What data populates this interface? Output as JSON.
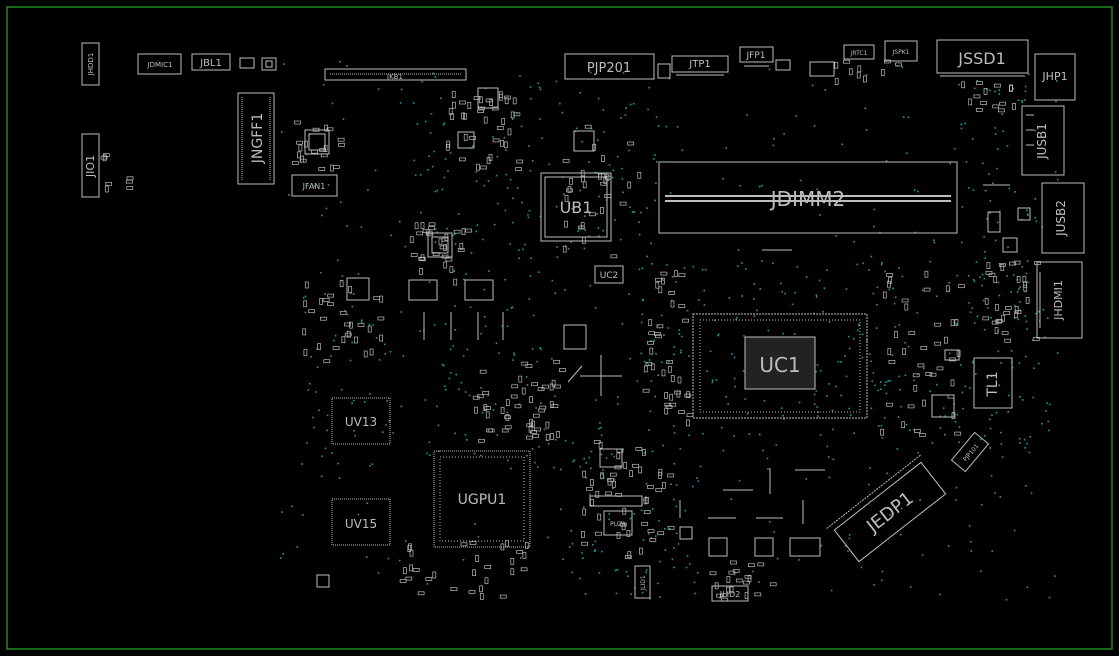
{
  "board": {
    "outline_color": "#1a8a1a",
    "silk_color": "#bdbdbd",
    "via_color": "#1f9aa3",
    "background": "#000000"
  },
  "labels": {
    "jhdd1": "JHDD1",
    "jdmic1": "JDMIC1",
    "jbl1": "JBL1",
    "jkb1": "JKB1",
    "pjp201": "PJP201",
    "jtp1": "JTP1",
    "jfp1": "JFP1",
    "jrtc1": "JRTC1",
    "jspk1": "JSPK1",
    "jssd1": "JSSD1",
    "jhp1": "JHP1",
    "jusb1": "JUSB1",
    "jusb2": "JUSB2",
    "jhdmi1": "JHDMI1",
    "jngff1": "JNGFF1",
    "jio1": "JIO1",
    "jfan1": "JFAN1",
    "ub1": "UB1",
    "jdimm2": "JDIMM2",
    "uc2": "UC2",
    "uc1": "UC1",
    "tl1": "TL1",
    "uv13": "UV13",
    "ugpu1": "UGPU1",
    "uv15": "UV15",
    "jedp1": "JEDP1",
    "pjp101": "PJP101",
    "jlid1": "JLID1",
    "jlid2": "JLID2",
    "puz1": "PUZ1"
  }
}
